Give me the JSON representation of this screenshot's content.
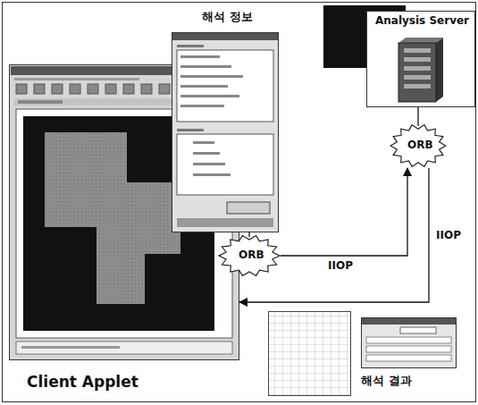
{
  "diagram": {
    "nodes": [
      {
        "text": [
          "Client Applet"
        ]
      },
      {
        "text": [
          "해석 정보"
        ]
      },
      {
        "text": [
          "Analysis Server"
        ]
      },
      {
        "text": [
          "ORB"
        ]
      },
      {
        "text": [
          "ORB"
        ]
      },
      {
        "text": [
          "해석 결과"
        ]
      }
    ],
    "edges": [
      {
        "from": 3,
        "to": 4,
        "arrow": "to",
        "label": "IIOP"
      },
      {
        "from": 4,
        "to": 0,
        "arrow": "to",
        "label": "IIOP"
      },
      {
        "from": 1,
        "to": 3,
        "arrow": "none"
      },
      {
        "from": 2,
        "to": 4,
        "arrow": "none"
      }
    ]
  }
}
